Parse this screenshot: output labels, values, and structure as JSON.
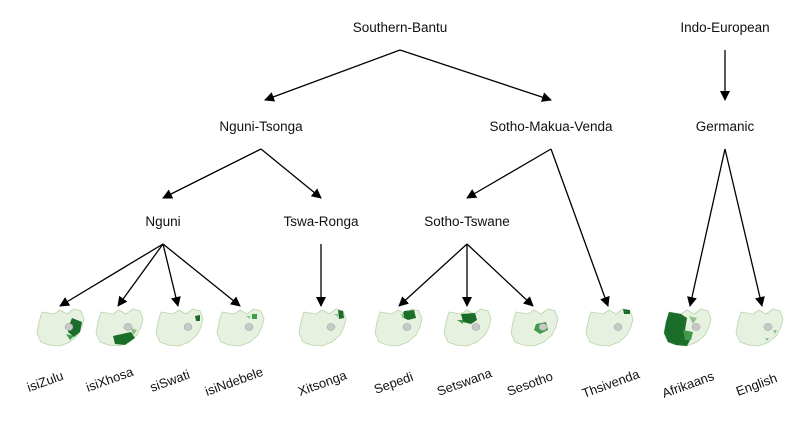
{
  "tree": {
    "roots": [
      {
        "id": "southern-bantu",
        "label": "Southern-Bantu"
      },
      {
        "id": "indo-european",
        "label": "Indo-European"
      }
    ],
    "groups": [
      {
        "id": "nguni-tsonga",
        "label": "Nguni-Tsonga"
      },
      {
        "id": "sotho-makua-venda",
        "label": "Sotho-Makua-Venda"
      },
      {
        "id": "germanic",
        "label": "Germanic"
      },
      {
        "id": "nguni",
        "label": "Nguni"
      },
      {
        "id": "tswa-ronga",
        "label": "Tswa-Ronga"
      },
      {
        "id": "sotho-tswane",
        "label": "Sotho-Tswane"
      }
    ],
    "languages": [
      {
        "id": "isizulu",
        "label": "isiZulu"
      },
      {
        "id": "isixhosa",
        "label": "isiXhosa"
      },
      {
        "id": "siswati",
        "label": "siSwati"
      },
      {
        "id": "isindebele",
        "label": "isiNdebele"
      },
      {
        "id": "xitsonga",
        "label": "Xitsonga"
      },
      {
        "id": "sepedi",
        "label": "Sepedi"
      },
      {
        "id": "setswana",
        "label": "Setswana"
      },
      {
        "id": "sesotho",
        "label": "Sesotho"
      },
      {
        "id": "thsivenda",
        "label": "Thsivenda"
      },
      {
        "id": "afrikaans",
        "label": "Afrikaans"
      },
      {
        "id": "english",
        "label": "English"
      }
    ],
    "edges": [
      [
        "southern-bantu",
        "nguni-tsonga"
      ],
      [
        "southern-bantu",
        "sotho-makua-venda"
      ],
      [
        "indo-european",
        "germanic"
      ],
      [
        "nguni-tsonga",
        "nguni"
      ],
      [
        "nguni-tsonga",
        "tswa-ronga"
      ],
      [
        "sotho-makua-venda",
        "sotho-tswane"
      ],
      [
        "sotho-makua-venda",
        "thsivenda"
      ],
      [
        "nguni",
        "isizulu"
      ],
      [
        "nguni",
        "isixhosa"
      ],
      [
        "nguni",
        "siswati"
      ],
      [
        "nguni",
        "isindebele"
      ],
      [
        "tswa-ronga",
        "xitsonga"
      ],
      [
        "sotho-tswane",
        "sepedi"
      ],
      [
        "sotho-tswane",
        "setswana"
      ],
      [
        "sotho-tswane",
        "sesotho"
      ],
      [
        "germanic",
        "afrikaans"
      ],
      [
        "germanic",
        "english"
      ]
    ]
  },
  "colors": {
    "map_base": "#e6f2df",
    "map_edge": "#b9d3ab",
    "map_inner": "#c8c8c8",
    "strong": "#1a6e2a",
    "medium": "#3f9a4c",
    "light": "#8cc48c",
    "arrow": "#000000"
  }
}
